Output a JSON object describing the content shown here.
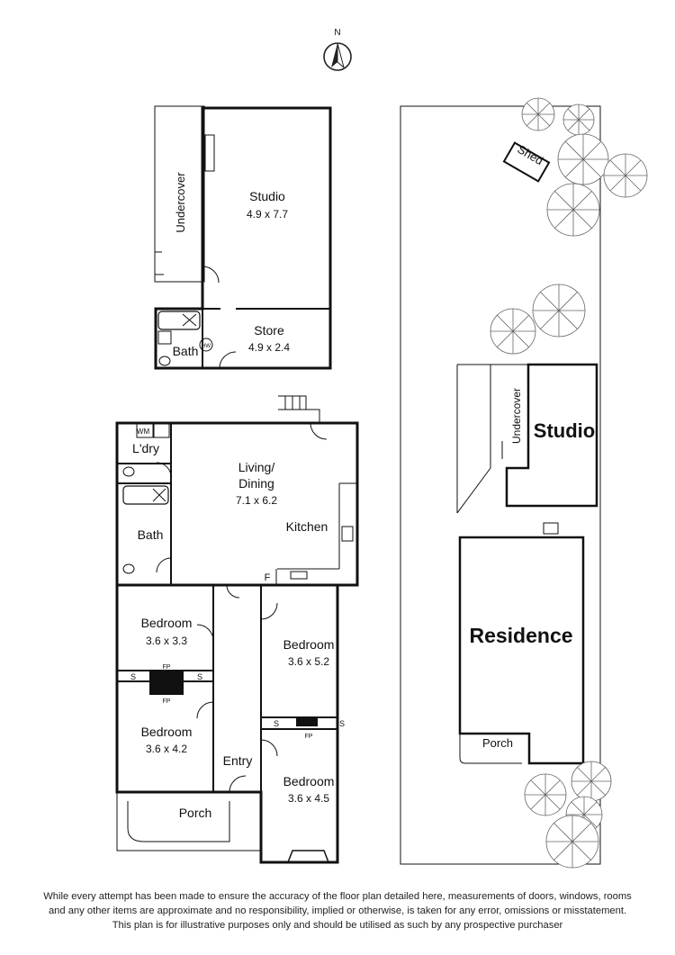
{
  "compass": {
    "label": "N"
  },
  "outbuilding": {
    "undercover": "Undercover",
    "studio": {
      "name": "Studio",
      "dims": "4.9 x 7.7"
    },
    "store": {
      "name": "Store",
      "dims": "4.9 x 2.4"
    },
    "bath": "Bath",
    "hw": "HW"
  },
  "house": {
    "wm": "WM",
    "laundry": "L'dry",
    "living": {
      "name1": "Living/",
      "name2": "Dining",
      "dims": "7.1 x 6.2"
    },
    "kitchen": "Kitchen",
    "bath": "Bath",
    "f": "F",
    "bedroom1": {
      "name": "Bedroom",
      "dims": "3.6 x 3.3"
    },
    "bedroom2": {
      "name": "Bedroom",
      "dims": "3.6 x 4.2"
    },
    "bedroom3": {
      "name": "Bedroom",
      "dims": "3.6 x 5.2"
    },
    "bedroom4": {
      "name": "Bedroom",
      "dims": "3.6 x 4.5"
    },
    "fp": "FP",
    "s": "S",
    "entry": "Entry",
    "porch": "Porch"
  },
  "site": {
    "shed": "Shed",
    "undercover": "Undercover",
    "studio": "Studio",
    "residence": "Residence",
    "porch": "Porch"
  },
  "disclaimer": [
    "While every attempt has been made to ensure the accuracy of the floor plan detailed here, measurements of doors, windows, rooms",
    "and any other items are approximate and no responsibility, implied or otherwise, is taken for any error, omissions or misstatement.",
    "This plan is for illustrative purposes only and should be utilised as such by any prospective purchaser"
  ]
}
